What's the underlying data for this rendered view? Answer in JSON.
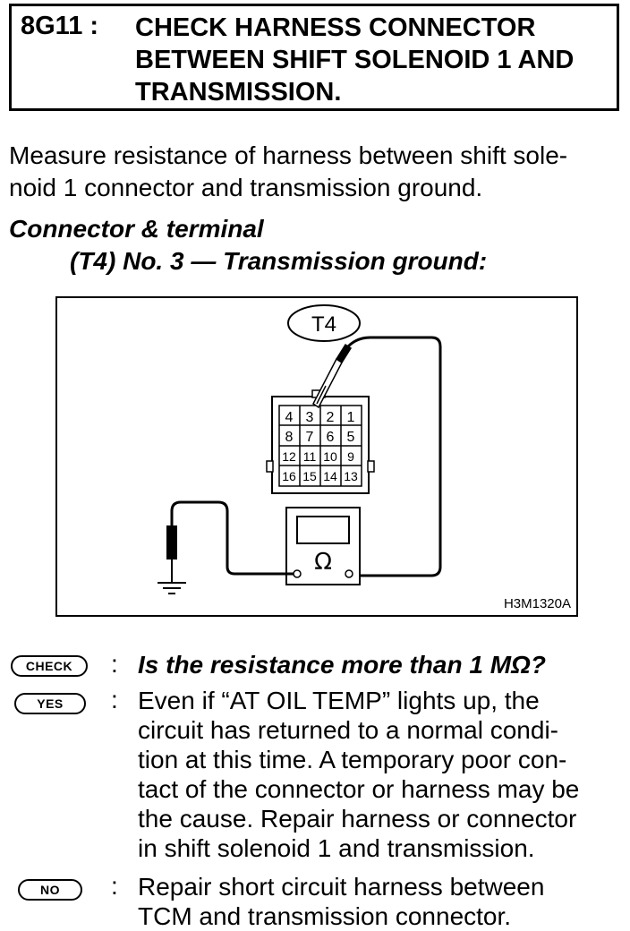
{
  "header": {
    "code": "8G11 :",
    "title_lines": [
      "CHECK HARNESS CONNECTOR",
      "BETWEEN SHIFT SOLENOID 1 AND",
      "TRANSMISSION."
    ]
  },
  "intro_lines": [
    "Measure resistance of harness between shift sole-",
    "noid 1 connector and transmission ground."
  ],
  "subheading": {
    "line1": "Connector & terminal",
    "line2": "(T4) No. 3 — Transmission ground:"
  },
  "figure": {
    "connector_label": "T4",
    "terminals_top": [
      "4",
      "3",
      "2",
      "1"
    ],
    "terminals_row2": [
      "8",
      "7",
      "6",
      "5"
    ],
    "terminals_row3": [
      "12",
      "11",
      "10",
      "9"
    ],
    "terminals_row4": [
      "16",
      "15",
      "14",
      "13"
    ],
    "meter_symbol": "Ω",
    "figure_code": "H3M1320A"
  },
  "check": {
    "badge": "CHECK",
    "colon": ":",
    "question": "Is the resistance more than 1 MΩ?"
  },
  "yes": {
    "badge": "YES",
    "colon": ":",
    "lines": [
      "Even if “AT OIL TEMP” lights up, the",
      "circuit has returned to a normal condi-",
      "tion at this time. A temporary poor con-",
      "tact of the connector or harness may be",
      "the cause. Repair harness or connector",
      "in shift solenoid 1 and transmission."
    ]
  },
  "no": {
    "badge": "NO",
    "colon": ":",
    "lines": [
      "Repair short circuit harness between",
      "TCM and transmission connector."
    ]
  }
}
